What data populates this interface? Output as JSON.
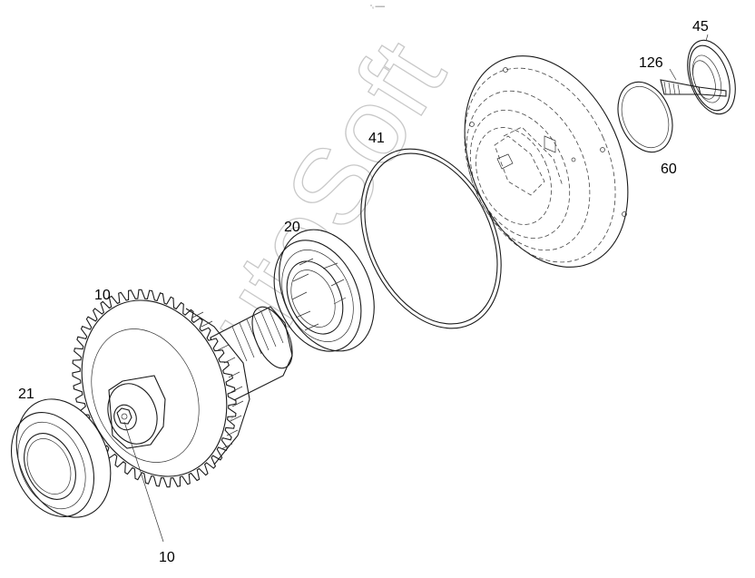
{
  "header": {
    "tiny_mark": "°₀ ═══"
  },
  "watermark": {
    "text": "AutoSoft"
  },
  "callouts": [
    {
      "id": "c-45",
      "text": "45"
    },
    {
      "id": "c-126",
      "text": "126"
    },
    {
      "id": "c-60",
      "text": "60"
    },
    {
      "id": "c-41",
      "text": "41"
    },
    {
      "id": "c-20",
      "text": "20"
    },
    {
      "id": "c-10-top",
      "text": "10"
    },
    {
      "id": "c-21",
      "text": "21"
    },
    {
      "id": "c-10-bottom",
      "text": "10"
    }
  ]
}
